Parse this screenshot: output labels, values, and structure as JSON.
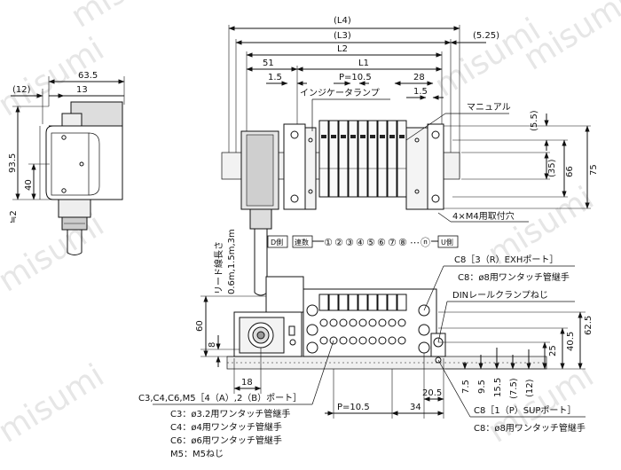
{
  "watermark": "misumi",
  "top_view": {
    "dims": {
      "l4": "(L4)",
      "l3": "(L3)",
      "l2": "L2",
      "l1": "L1",
      "d_525": "(5.25)",
      "d_51": "51",
      "d_15a": "1.5",
      "pitch": "P=10.5",
      "d_28": "28",
      "d_15b": "1.5",
      "d_55": "(5.5)",
      "d_35": "(35)",
      "d_66": "66",
      "d_75": "75"
    },
    "labels": {
      "indicator_lamp": "インジケータランプ",
      "manual": "マニュアル",
      "mount_hole": "4×M4用取付穴"
    },
    "station_bar": {
      "d_side": "D側",
      "stations": "連数",
      "numbers": [
        "①",
        "②",
        "③",
        "④",
        "⑤",
        "⑥",
        "⑦",
        "⑧",
        "⋯",
        "ⓝ"
      ],
      "u_side": "U側"
    }
  },
  "side_view": {
    "dims": {
      "d_635": "63.5",
      "d_12": "(12)",
      "d_13": "13",
      "d_935": "93.5",
      "d_40": "40",
      "d_approx2": "≒2"
    },
    "lead": "リード線長さ",
    "lead_lengths": "0.6m,1.5m,3m"
  },
  "bottom_view": {
    "dims": {
      "d_60": "60",
      "d_8": "8",
      "d_18": "18",
      "d_625": "62.5",
      "d_405": "40.5",
      "d_25": "25",
      "d_75": "7.5",
      "d_95": "9.5",
      "d_155": "15.5",
      "d_p75": "(7.5)",
      "d_p12": "(12)",
      "d_205": "20.5",
      "pitch": "P=10.5",
      "d_34": "34"
    },
    "labels": {
      "exh_port": "C8［3（R）EXHポート］",
      "exh_fitting": "C8：ø8用ワンタッチ管継手",
      "din_screw": "DINレールクランプねじ",
      "ports_42": "C3,C4,C6,M5［4（A）,2（B）ポート］",
      "c3": "C3：ø3.2用ワンタッチ管継手",
      "c4": "C4：ø4用ワンタッチ管継手",
      "c6": "C6：ø6用ワンタッチ管継手",
      "m5": "M5：M5ねじ",
      "sup_port": "C8［1（P）SUPポート］",
      "sup_fitting": "C8：ø8用ワンタッチ管継手"
    }
  }
}
